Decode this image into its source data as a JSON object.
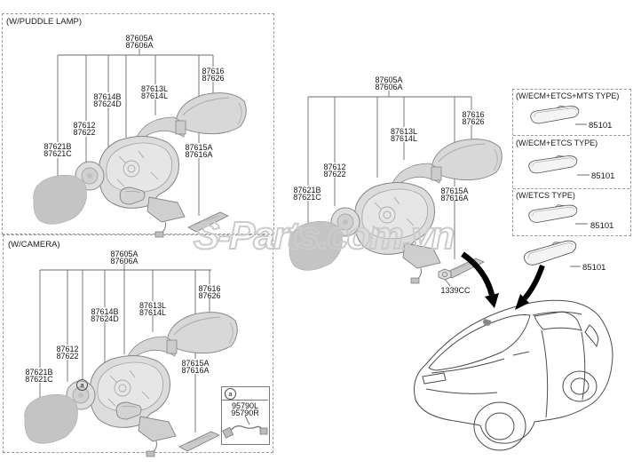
{
  "watermark": {
    "text": "S-Parts.com.vn"
  },
  "boxes": {
    "puddle_lamp": {
      "title": "(W/PUDDLE LAMP)"
    },
    "camera": {
      "title": "(W/CAMERA)"
    },
    "types": [
      {
        "title": "(W/ECM+ETCS+MTS TYPE)",
        "part": "85101"
      },
      {
        "title": "(W/ECM+ETCS TYPE)",
        "part": "85101"
      },
      {
        "title": "(W/ETCS TYPE)",
        "part": "85101"
      }
    ]
  },
  "inside_mirror": {
    "part": "85101"
  },
  "callouts": {
    "puddle": {
      "assembly": [
        "87605A",
        "87606A"
      ],
      "cover": [
        "87616",
        "87626"
      ],
      "bracket": [
        "87613L",
        "87614L"
      ],
      "puddle_lamp": [
        "87614B",
        "87624D"
      ],
      "actuator": [
        "87612",
        "87622"
      ],
      "glass": [
        "87621B",
        "87621C"
      ],
      "repeater": [
        "87615A",
        "87616A"
      ]
    },
    "camera": {
      "assembly": [
        "87605A",
        "87606A"
      ],
      "cover": [
        "87616",
        "87626"
      ],
      "bracket": [
        "87613L",
        "87614L"
      ],
      "puddle_lamp": [
        "87614B",
        "87624D"
      ],
      "actuator": [
        "87612",
        "87622"
      ],
      "glass": [
        "87621B",
        "87621C"
      ],
      "repeater": [
        "87615A",
        "87616A"
      ],
      "marker": "a",
      "subbox": {
        "marker": "a",
        "parts": [
          "95790L",
          "95790R"
        ]
      }
    },
    "standard": {
      "assembly": [
        "87605A",
        "87606A"
      ],
      "cover": [
        "87616",
        "87626"
      ],
      "bracket": [
        "87613L",
        "87614L"
      ],
      "actuator": [
        "87612",
        "87622"
      ],
      "glass": [
        "87621B",
        "87621C"
      ],
      "repeater": [
        "87615A",
        "87616A"
      ],
      "nut": "1339CC"
    }
  }
}
